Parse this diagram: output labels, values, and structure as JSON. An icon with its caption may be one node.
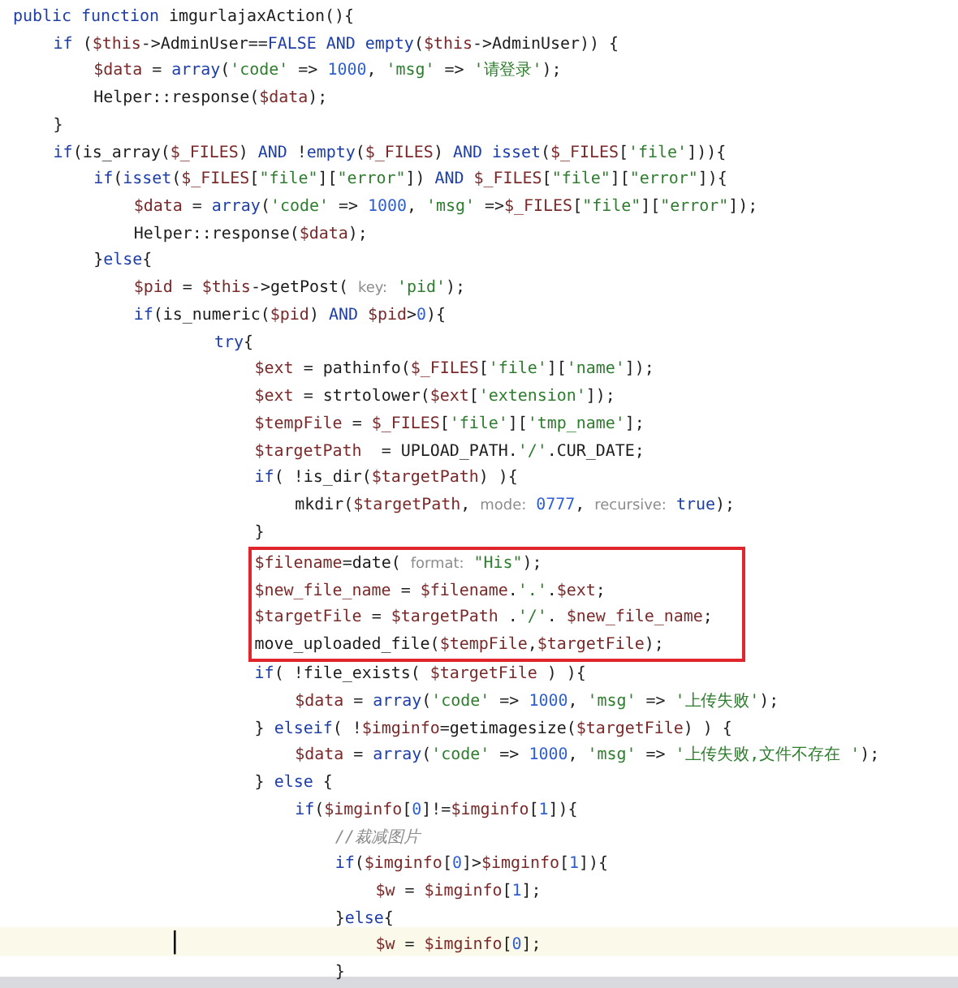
{
  "diagram": {
    "nodes": [
      {
        "text": [
          "$filename=date( format: \"His\");",
          "$new_file_name = $filename.'.'.$ext;",
          "$targetFile = $targetPath .'/'. $new_file_name;",
          "move_uploaded_file($tempFile,$targetFile);"
        ]
      }
    ],
    "labels": [
      "public function imgurlajaxAction(){",
      "if ($this->AdminUser==FALSE AND empty($this->AdminUser)) {",
      "$data = array('code' => 1000, 'msg' => '请登录');",
      "Helper::response($data);",
      "}",
      "if(is_array($_FILES) AND !empty($_FILES) AND isset($_FILES['file'])){",
      "if(isset($_FILES[\"file\"][\"error\"]) AND $_FILES[\"file\"][\"error\"]){",
      "$data = array('code' => 1000, 'msg' =>$_FILES[\"file\"][\"error\"]);",
      "Helper::response($data);",
      "}else{",
      "$pid = $this->getPost( key: 'pid');",
      "if(is_numeric($pid) AND $pid>0){",
      "try{",
      "$ext = pathinfo($_FILES['file']['name']);",
      "$ext = strtolower($ext['extension']);",
      "$tempFile = $_FILES['file']['tmp_name'];",
      "$targetPath  = UPLOAD_PATH.'/'.CUR_DATE;",
      "if( !is_dir($targetPath) ){",
      "mkdir($targetPath, mode: 0777, recursive: true);",
      "}",
      "if( !file_exists( $targetFile ) ){",
      "$data = array('code' => 1000, 'msg' => '上传失败');",
      "} elseif( !$imginfo=getimagesize($targetFile) ) {",
      "$data = array('code' => 1000, 'msg' => '上传失败,文件不存在 ');",
      "} else {",
      "if($imginfo[0]!=$imginfo[1]){",
      "//裁减图片",
      "if($imginfo[0]>$imginfo[1]){",
      "$w = $imginfo[1];",
      "}else{",
      "$w = $imginfo[0];",
      "}"
    ]
  }
}
